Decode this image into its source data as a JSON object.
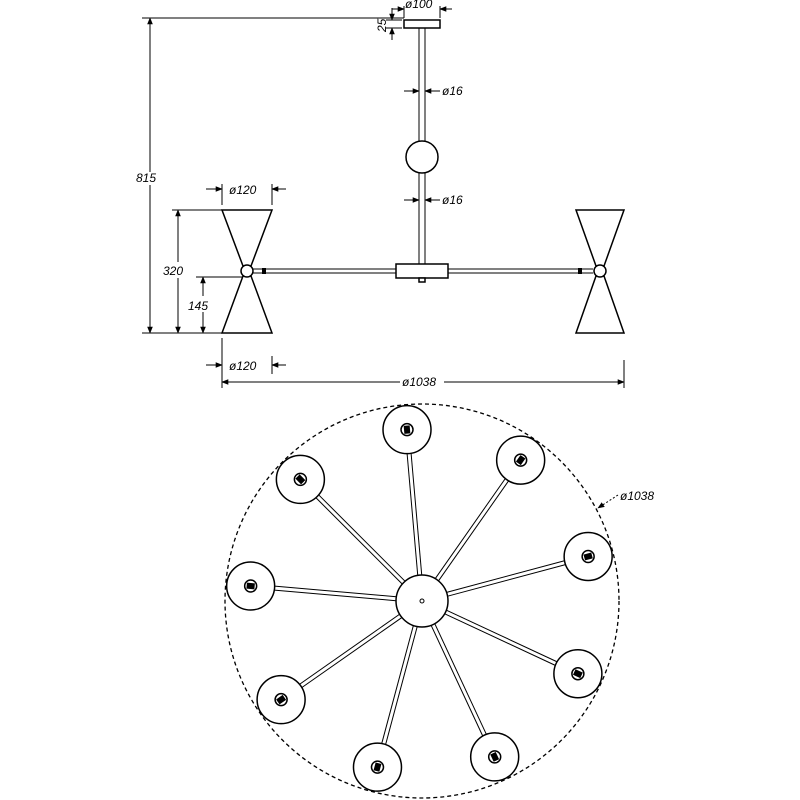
{
  "front_view": {
    "dimensions": {
      "canopy_diameter": "ø100",
      "canopy_height": "25",
      "rod_upper_diameter": "ø16",
      "rod_lower_diameter": "ø16",
      "total_height": "815",
      "shade_top_diameter": "ø120",
      "shade_bottom_diameter": "ø120",
      "shade_height": "320",
      "lower_shade_height": "145",
      "total_width": "ø1038"
    }
  },
  "top_view": {
    "outer_diameter": "ø1038",
    "arm_count": 9
  },
  "colors": {
    "line": "#000000",
    "background": "#ffffff"
  }
}
